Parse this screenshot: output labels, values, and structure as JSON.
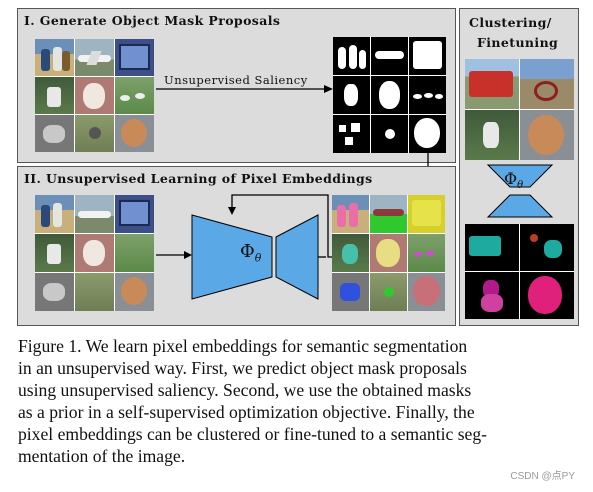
{
  "panels": {
    "p1_title": "I. Generate Object Mask Proposals",
    "p2_title": "II. Unsupervised Learning of Pixel Embeddings",
    "p3_title_line1": "Clustering/",
    "p3_title_line2": "Finetuning"
  },
  "labels": {
    "saliency": "Unsupervised Saliency",
    "phi": "Φ",
    "phi_sub": "θ"
  },
  "caption": {
    "lines": [
      "Figure 1. We learn pixel embeddings for semantic segmentation",
      "in an unsupervised way. First, we predict object mask proposals",
      "using unsupervised saliency. Second, we use the obtained masks",
      "as a prior in a self-supervised optimization objective. Finally, the",
      "pixel embeddings can be clustered or fine-tuned to a semantic seg-",
      "mentation of the image."
    ]
  },
  "watermark": "CSDN @点PY",
  "colors": {
    "encoder_blue": "#5aa9e6",
    "panel_bg": "#dcdcdc",
    "panel_border": "#555555"
  }
}
